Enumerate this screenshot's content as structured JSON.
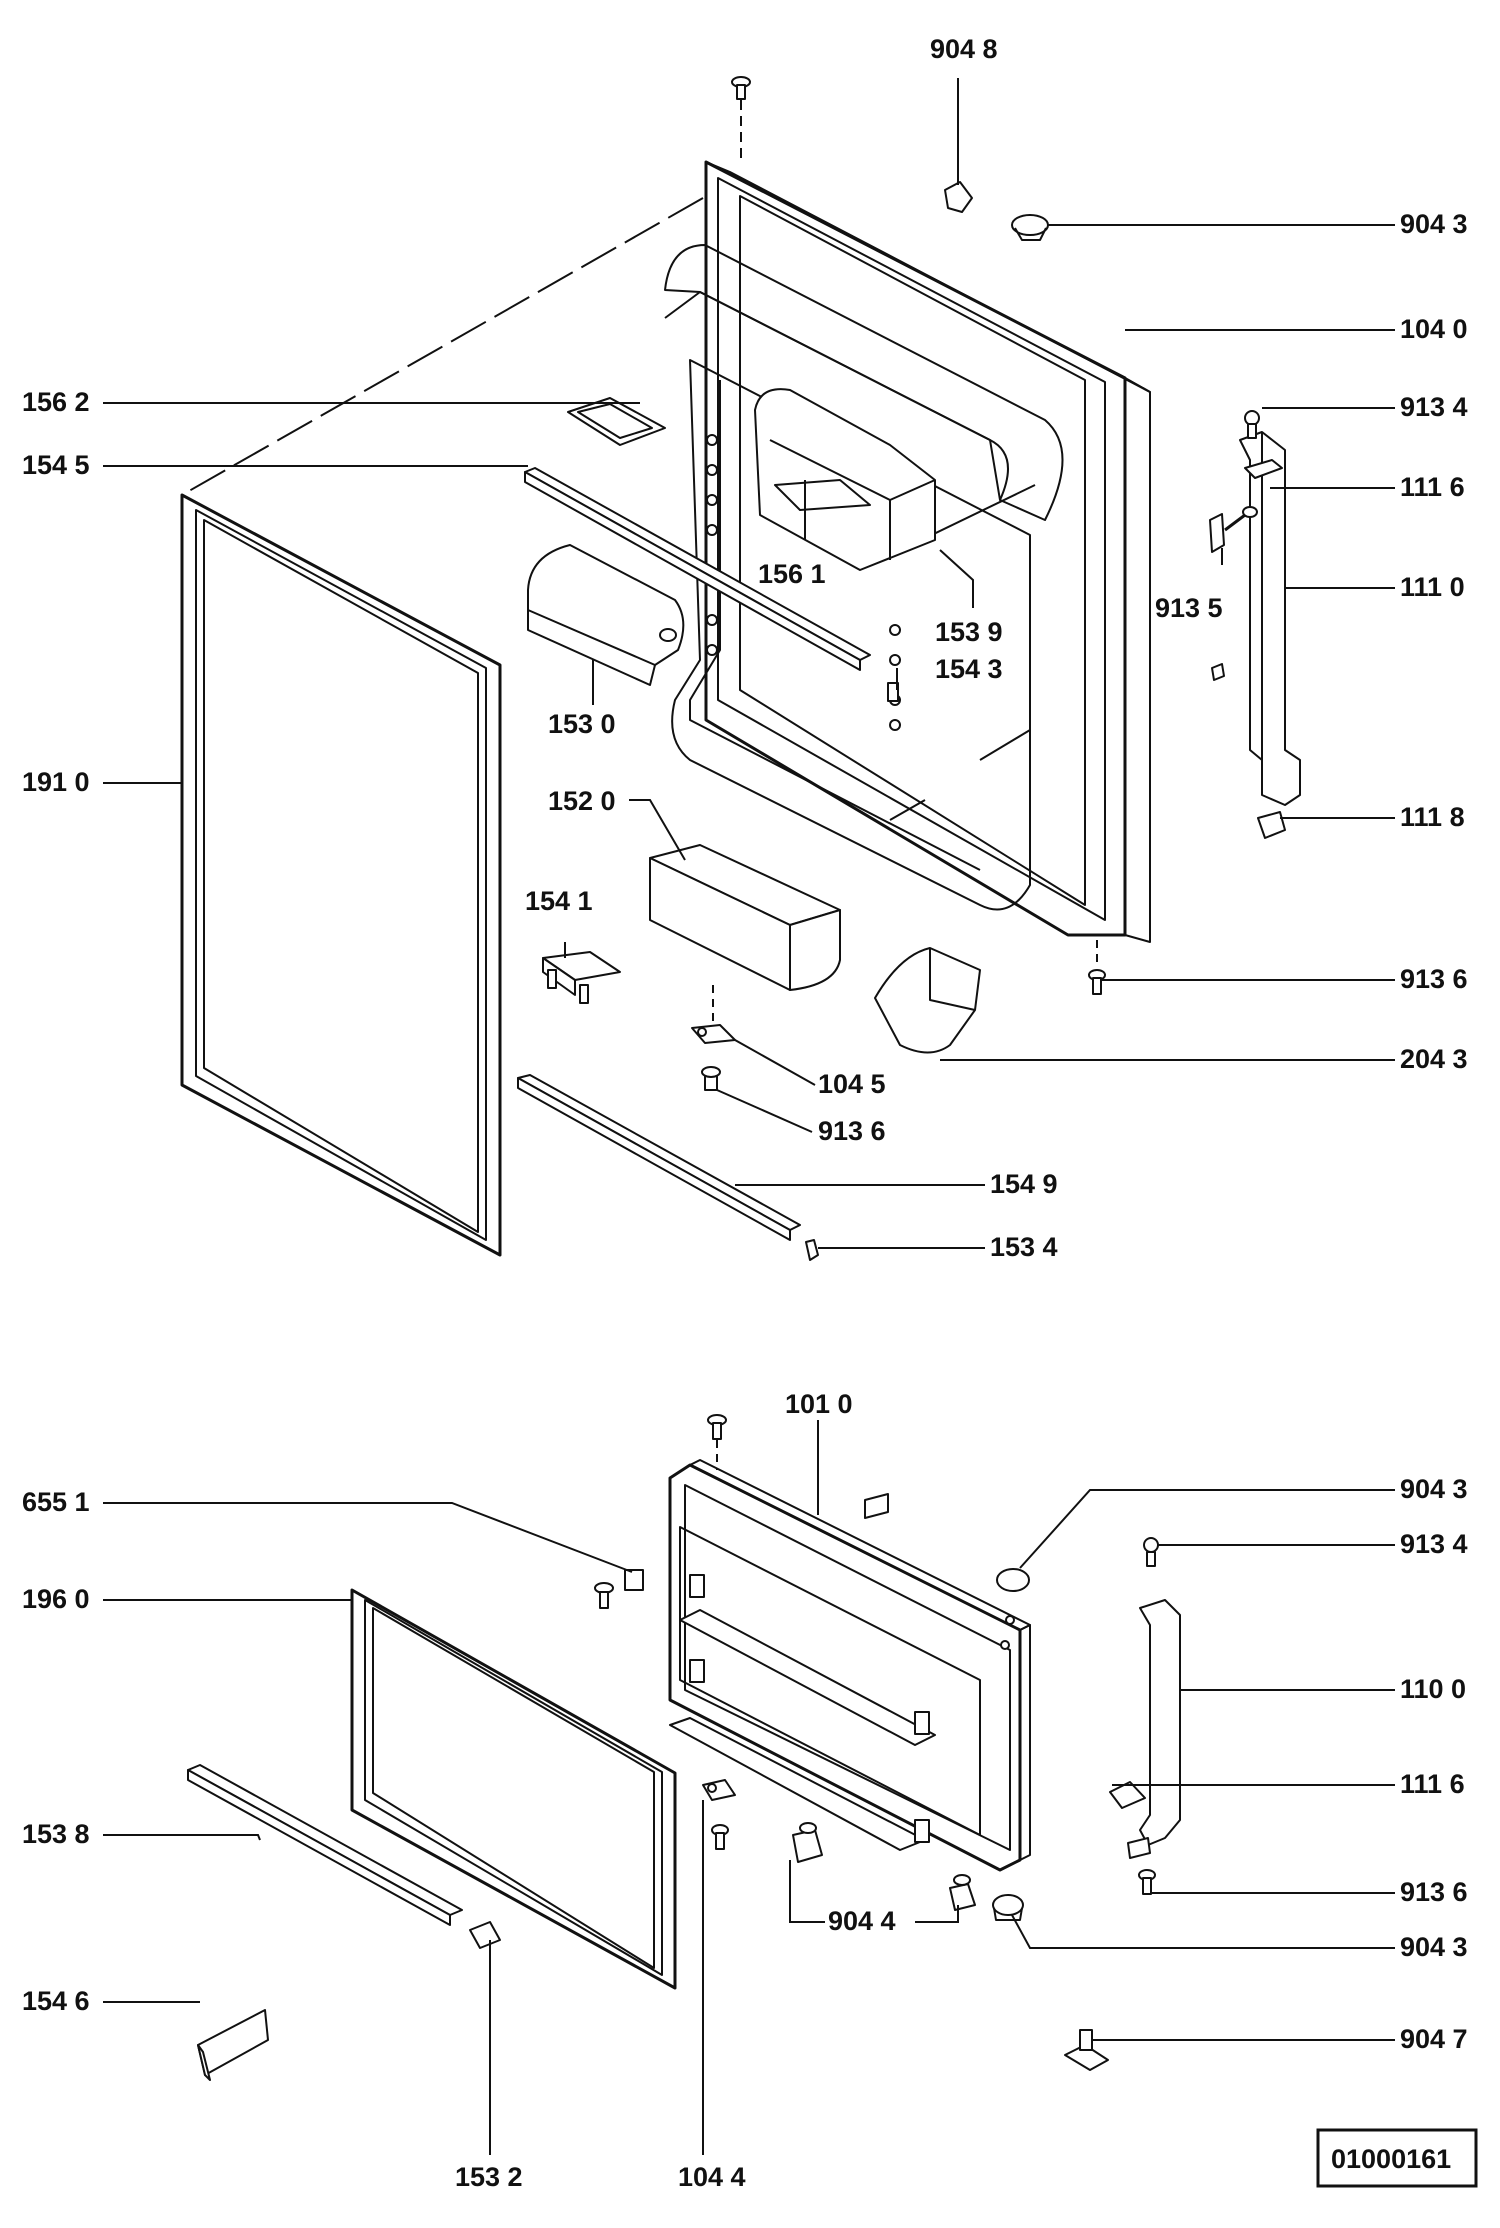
{
  "labels": {
    "p9048_top": "904 8",
    "p9043_a": "904 3",
    "p1040": "104 0",
    "p1562": "156 2",
    "p9134_a": "913 4",
    "p1545": "154 5",
    "p1116_a": "111 6",
    "p1561": "156 1",
    "p9135": "913 5",
    "p1110": "111 0",
    "p1539": "153 9",
    "p1543": "154 3",
    "p1530": "153 0",
    "p1910": "191 0",
    "p1520": "152 0",
    "p1118": "111 8",
    "p1541": "154 1",
    "p9136_a": "913 6",
    "p2043": "204 3",
    "p1045": "104 5",
    "p9136_b": "913 6",
    "p1549": "154 9",
    "p1534": "153 4",
    "p1010": "101 0",
    "p6551": "655 1",
    "p9043_b": "904 3",
    "p9134_b": "913 4",
    "p1960": "196 0",
    "p1100": "110 0",
    "p1116_b": "111 6",
    "p1538": "153 8",
    "p9136_c": "913 6",
    "p9044": "904 4",
    "p9043_c": "904 3",
    "p1546": "154 6",
    "p9047": "904 7",
    "p1532": "153 2",
    "p1044": "104 4"
  },
  "reference_number": "01000161"
}
